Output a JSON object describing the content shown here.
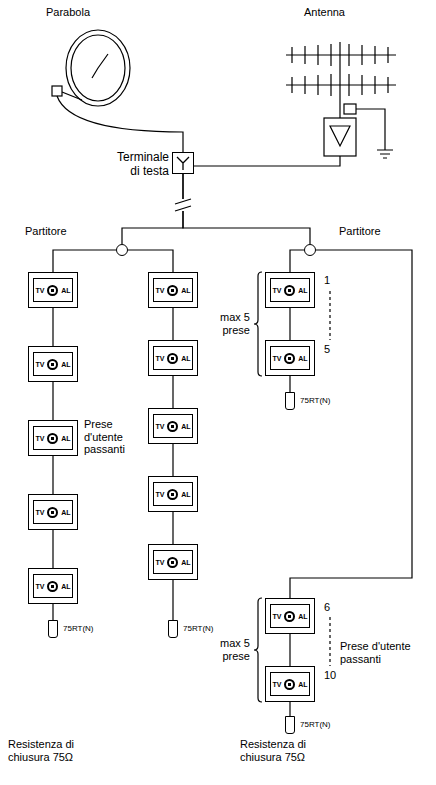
{
  "diagram": {
    "nodes": [
      {
        "text": [
          "Terminale di testa"
        ]
      },
      {
        "text": [
          "Partitore"
        ]
      },
      {
        "text": [
          "Partitore"
        ]
      },
      {
        "text": [
          "TV",
          "AL"
        ]
      },
      {
        "text": [
          "TV",
          "AL"
        ]
      },
      {
        "text": [
          "TV",
          "AL"
        ]
      },
      {
        "text": [
          "TV",
          "AL"
        ]
      },
      {
        "text": [
          "TV",
          "AL"
        ]
      },
      {
        "text": [
          "75RT(N)"
        ]
      },
      {
        "text": [
          "TV",
          "AL"
        ]
      },
      {
        "text": [
          "TV",
          "AL"
        ]
      },
      {
        "text": [
          "TV",
          "AL"
        ]
      },
      {
        "text": [
          "TV",
          "AL"
        ]
      },
      {
        "text": [
          "TV",
          "AL"
        ]
      },
      {
        "text": [
          "75RT(N)"
        ]
      },
      {
        "text": [
          "TV",
          "AL"
        ]
      },
      {
        "text": [
          "TV",
          "AL"
        ]
      },
      {
        "text": [
          "75RT(N)"
        ]
      },
      {
        "text": [
          "TV",
          "AL"
        ]
      },
      {
        "text": [
          "TV",
          "AL"
        ]
      },
      {
        "text": [
          "75RT(N)"
        ]
      }
    ],
    "edges": [
      {
        "from": 0,
        "to": 1,
        "arrow": "none"
      },
      {
        "from": 0,
        "to": 2,
        "arrow": "none"
      },
      {
        "from": 1,
        "to": 3,
        "arrow": "none"
      },
      {
        "from": 1,
        "to": 9,
        "arrow": "none"
      },
      {
        "from": 2,
        "to": 15,
        "arrow": "none"
      },
      {
        "from": 2,
        "to": 18,
        "arrow": "none"
      },
      {
        "from": 3,
        "to": 4,
        "arrow": "none"
      },
      {
        "from": 4,
        "to": 5,
        "arrow": "none"
      },
      {
        "from": 5,
        "to": 6,
        "arrow": "none"
      },
      {
        "from": 6,
        "to": 7,
        "arrow": "none"
      },
      {
        "from": 7,
        "to": 8,
        "arrow": "none"
      },
      {
        "from": 9,
        "to": 10,
        "arrow": "none"
      },
      {
        "from": 10,
        "to": 11,
        "arrow": "none"
      },
      {
        "from": 11,
        "to": 12,
        "arrow": "none"
      },
      {
        "from": 12,
        "to": 13,
        "arrow": "none"
      },
      {
        "from": 13,
        "to": 14,
        "arrow": "none"
      },
      {
        "from": 15,
        "to": 16,
        "arrow": "none"
      },
      {
        "from": 16,
        "to": 17,
        "arrow": "none"
      },
      {
        "from": 18,
        "to": 19,
        "arrow": "none"
      },
      {
        "from": 19,
        "to": 20,
        "arrow": "none"
      }
    ],
    "labels": [
      "Parabola",
      "Antenna",
      "max 5 prese",
      "1",
      "5",
      "Prese d'utente passanti",
      "max 5 prese",
      "6",
      "10",
      "Prese d'utente passanti",
      "Resistenza di chiusura 75Ω",
      "Resistenza di chiusura 75Ω"
    ]
  }
}
